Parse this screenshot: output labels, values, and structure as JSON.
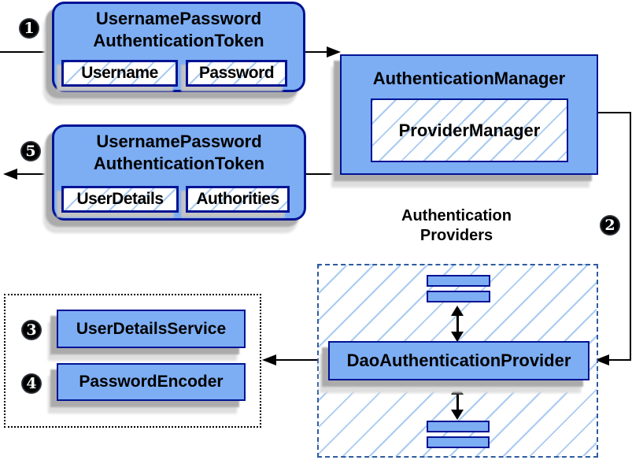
{
  "steps": {
    "one": "1",
    "two": "2",
    "three": "3",
    "four": "4",
    "five": "5"
  },
  "request_token": {
    "title_line1": "UsernamePassword",
    "title_line2": "AuthenticationToken",
    "field_username": "Username",
    "field_password": "Password"
  },
  "authentication_manager": {
    "title": "AuthenticationManager",
    "provider_manager": "ProviderManager"
  },
  "result_token": {
    "title_line1": "UsernamePassword",
    "title_line2": "AuthenticationToken",
    "field_userdetails": "UserDetails",
    "field_authorities": "Authorities"
  },
  "authentication_providers": {
    "label_line1": "Authentication",
    "label_line2": "Providers",
    "dao_provider": "DaoAuthenticationProvider"
  },
  "services": {
    "user_details_service": "UserDetailsService",
    "password_encoder": "PasswordEncoder"
  },
  "colors": {
    "box_fill": "#7DAEF4",
    "box_border": "#001394",
    "hatch_line": "#A9CBF2",
    "dashed_border": "#2E5C9E",
    "dotted_border": "#000000",
    "shadow_dark": "#ABABAB",
    "shadow_light": "#DEDEDE",
    "connector": "#000000",
    "step_badge_bg": "#000000",
    "step_badge_text": "#FFFFFF"
  }
}
